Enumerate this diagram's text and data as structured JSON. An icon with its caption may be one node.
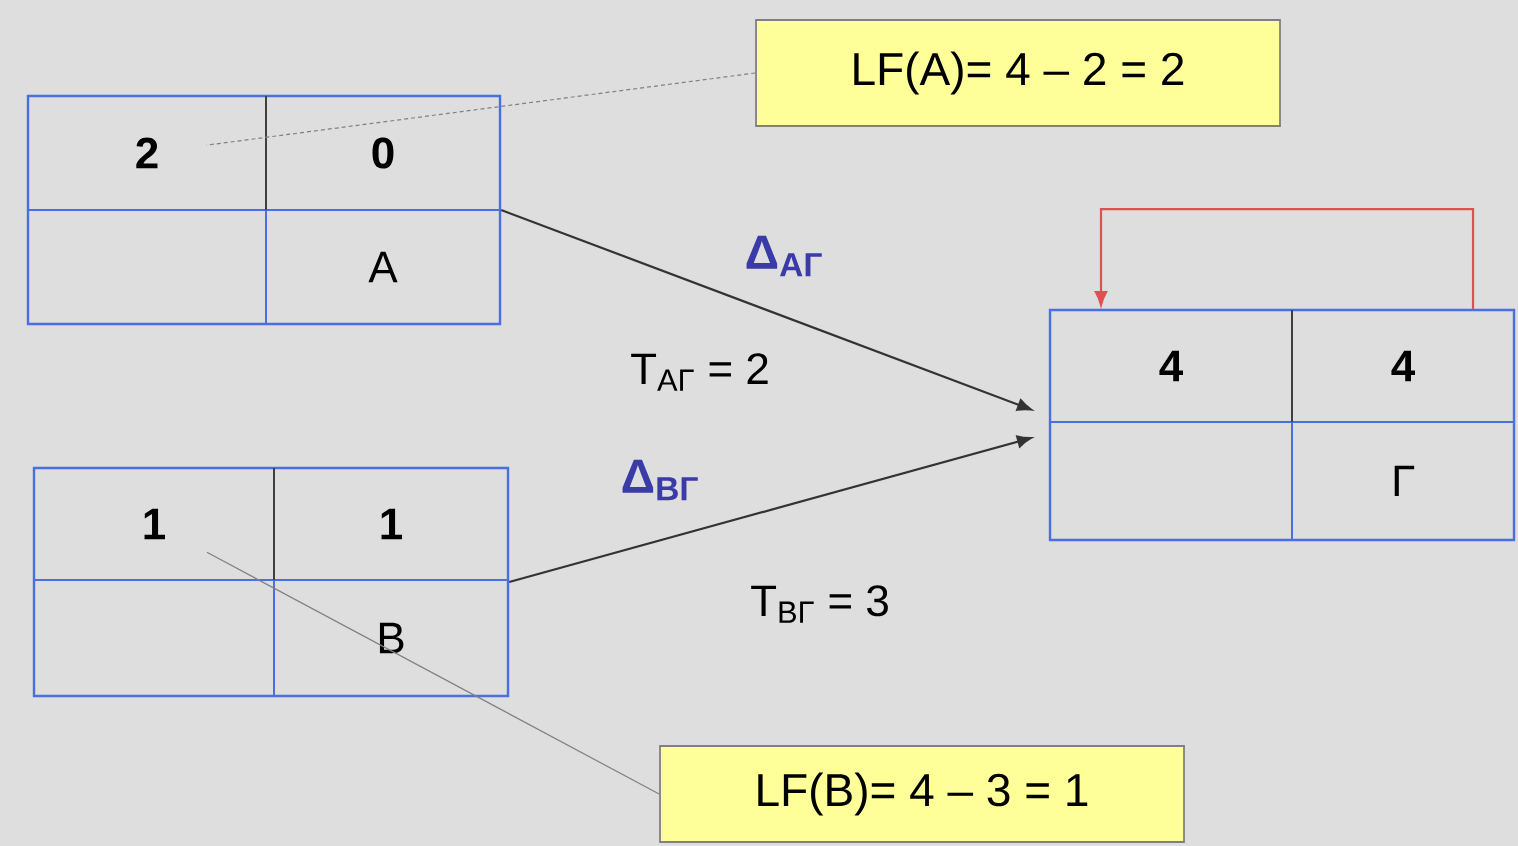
{
  "diagram": {
    "nodes": [
      {
        "text": [],
        "shape": "box"
      },
      {
        "text": [
          "2"
        ],
        "in": 0
      },
      {
        "text": [
          "0"
        ],
        "in": 0
      },
      {
        "text": [],
        "shape": "box",
        "in": 0
      },
      {
        "text": [
          "А"
        ],
        "in": 0
      },
      {
        "text": [],
        "shape": "box"
      },
      {
        "text": [
          "1"
        ],
        "in": 5
      },
      {
        "text": [
          "1"
        ],
        "in": 5
      },
      {
        "text": [],
        "shape": "box",
        "in": 5
      },
      {
        "text": [
          "В"
        ],
        "in": 5
      },
      {
        "text": [],
        "shape": "box"
      },
      {
        "text": [
          "4"
        ],
        "in": 10
      },
      {
        "text": [
          "4"
        ],
        "in": 10
      },
      {
        "text": [],
        "shape": "box",
        "in": 10
      },
      {
        "text": [
          "Г"
        ],
        "in": 10
      },
      {
        "text": [
          "LF(A)= 4 – 2 = 2"
        ]
      },
      {
        "text": [
          "LF(B)= 4 – 3 = 1"
        ]
      }
    ],
    "edges": [
      {
        "from": 0,
        "to": 10,
        "arrow": "to",
        "label": "Δ$_{АГ}$"
      },
      {
        "from": 5,
        "to": 10,
        "arrow": "to",
        "label": "Δ$_{ВГ}$"
      },
      {
        "from": 12,
        "to": 11,
        "arrow": "to",
        "color": "#e05050"
      },
      {
        "from": 15,
        "to": 1,
        "arrow": "none",
        "style": "dashed",
        "color": "#808080"
      },
      {
        "from": 16,
        "to": 6,
        "arrow": "none",
        "color": "#808080"
      }
    ],
    "labels": [
      "T$_{АГ}$ = 2",
      "T$_{ВГ}$ = 3"
    ]
  }
}
